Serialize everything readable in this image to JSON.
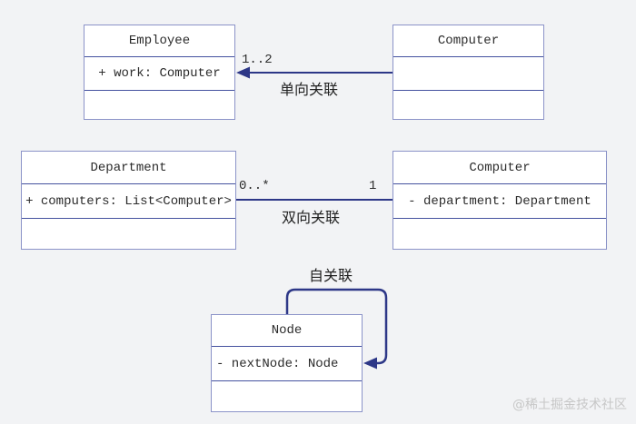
{
  "diagram": {
    "kind": "uml-class-diagram",
    "watermark": "@稀土掘金技术社区"
  },
  "classes": [
    {
      "name": "Employee",
      "attribute": "+ work: Computer"
    },
    {
      "name": "Computer",
      "attribute": ""
    },
    {
      "name": "Department",
      "attribute": "+ computers: List<Computer>"
    },
    {
      "name": "Computer",
      "attribute": "- department: Department"
    },
    {
      "name": "Node",
      "attribute": "- nextNode: Node"
    }
  ],
  "associations": [
    {
      "type": "directed",
      "label": "单向关联",
      "target_multiplicity": "1..2",
      "source": "Computer",
      "target": "Employee"
    },
    {
      "type": "bidirectional",
      "label": "双向关联",
      "source_multiplicity": "0..*",
      "target_multiplicity": "1",
      "source": "Department",
      "target": "Computer"
    },
    {
      "type": "self",
      "label": "自关联",
      "source": "Node",
      "target": "Node"
    }
  ],
  "colors": {
    "background": "#f2f3f5",
    "box_fill": "#ffffff",
    "box_border": "#8b93c8",
    "compartment_divider": "#44519f",
    "association_line": "#2d3787",
    "text": "#2b2b2b",
    "watermark": "#c7c7c7"
  }
}
